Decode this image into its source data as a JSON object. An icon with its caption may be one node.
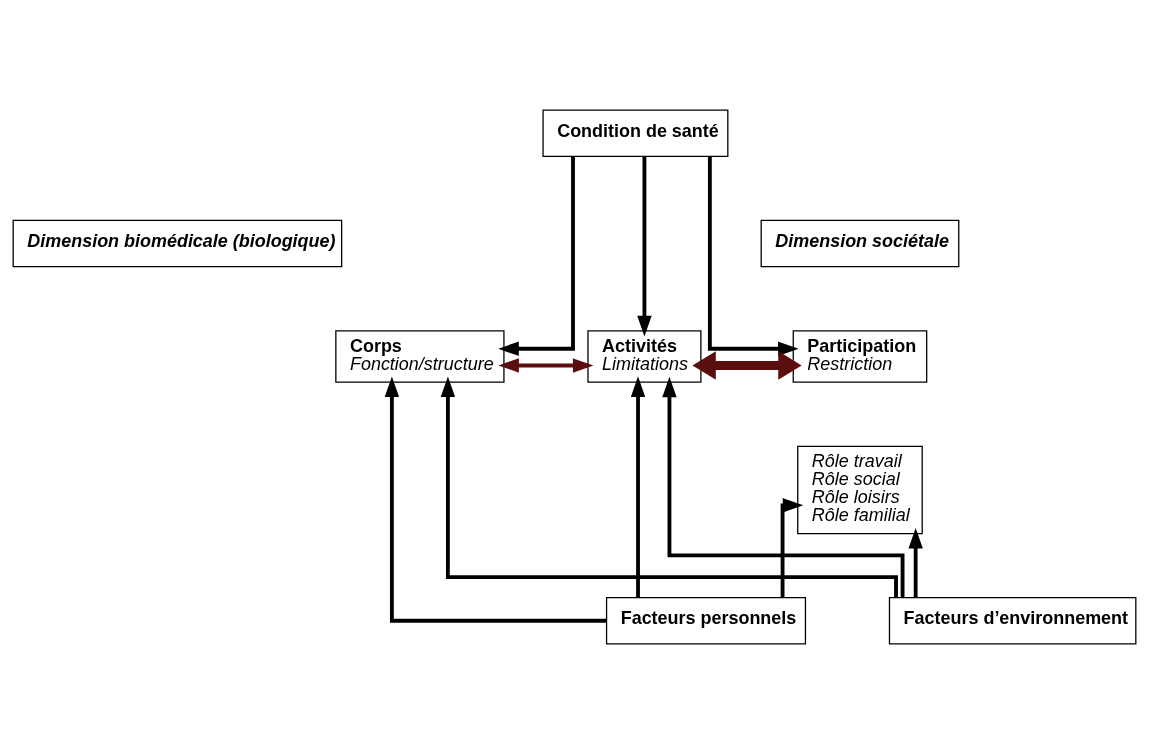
{
  "diagram": {
    "nodes": [
      {
        "text": [
          "Condition de santé"
        ]
      },
      {
        "text": [
          "Dimension biomédicale (biologique)"
        ]
      },
      {
        "text": [
          "Dimension sociétale"
        ]
      },
      {
        "text": [
          "Corps",
          "Fonction/structure"
        ]
      },
      {
        "text": [
          "Activités",
          "Limitations"
        ]
      },
      {
        "text": [
          "Participation",
          "Restriction"
        ]
      },
      {
        "text": [
          "Rôle travail",
          "Rôle social",
          "Rôle loisirs",
          "Rôle familial"
        ]
      },
      {
        "text": [
          "Facteurs personnels"
        ]
      },
      {
        "text": [
          "Facteurs d’environnement"
        ]
      }
    ],
    "edges": [
      {
        "from": 0,
        "to": 3,
        "arrow": "to"
      },
      {
        "from": 0,
        "to": 4,
        "arrow": "to"
      },
      {
        "from": 0,
        "to": 5,
        "arrow": "to"
      },
      {
        "from": 3,
        "to": 4,
        "arrow": "both",
        "color": "#5a0e0e"
      },
      {
        "from": 4,
        "to": 5,
        "arrow": "both",
        "style": "thick",
        "color": "#5a0e0e"
      },
      {
        "from": 7,
        "to": 3,
        "arrow": "to"
      },
      {
        "from": 7,
        "to": 4,
        "arrow": "to"
      },
      {
        "from": 7,
        "to": 6,
        "arrow": "to"
      },
      {
        "from": 8,
        "to": 3,
        "arrow": "to"
      },
      {
        "from": 8,
        "to": 4,
        "arrow": "to"
      },
      {
        "from": 8,
        "to": 6,
        "arrow": "to"
      }
    ]
  }
}
